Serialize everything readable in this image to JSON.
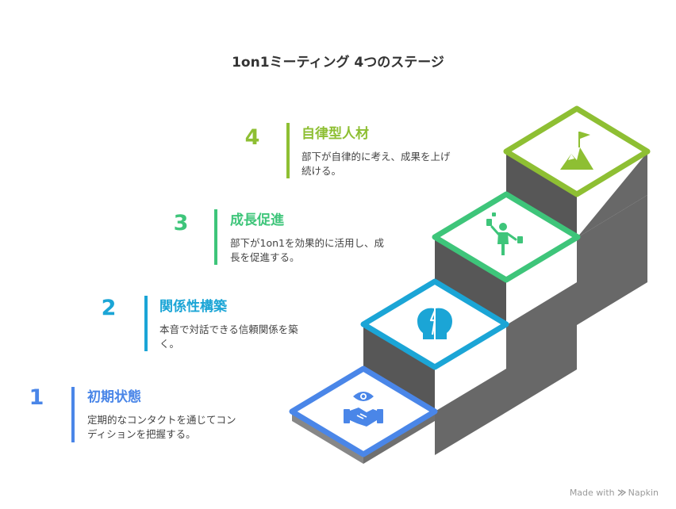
{
  "title": "1on1ミーティング 4つのステージ",
  "stages": [
    {
      "number": "1",
      "heading": "初期状態",
      "description": "定期的なコンタクトを通じてコン\nディションを把握する。",
      "color": "#4a86e8",
      "icon": "eye-handshake-icon"
    },
    {
      "number": "2",
      "heading": "関係性構築",
      "description": "本音で対話できる信頼関係を築\nく。",
      "color": "#1ba5d6",
      "icon": "two-heads-icon"
    },
    {
      "number": "3",
      "heading": "成長促進",
      "description": "部下が1on1を効果的に活用し、成\n長を促進する。",
      "color": "#3ec57a",
      "icon": "juggling-person-icon"
    },
    {
      "number": "4",
      "heading": "自律型人材",
      "description": "部下が自律的に考え、成果を上げ\n続ける。",
      "color": "#8ebf33",
      "icon": "mountain-flag-icon"
    }
  ],
  "footer": {
    "made_with": "Made with",
    "brand": "Napkin"
  }
}
